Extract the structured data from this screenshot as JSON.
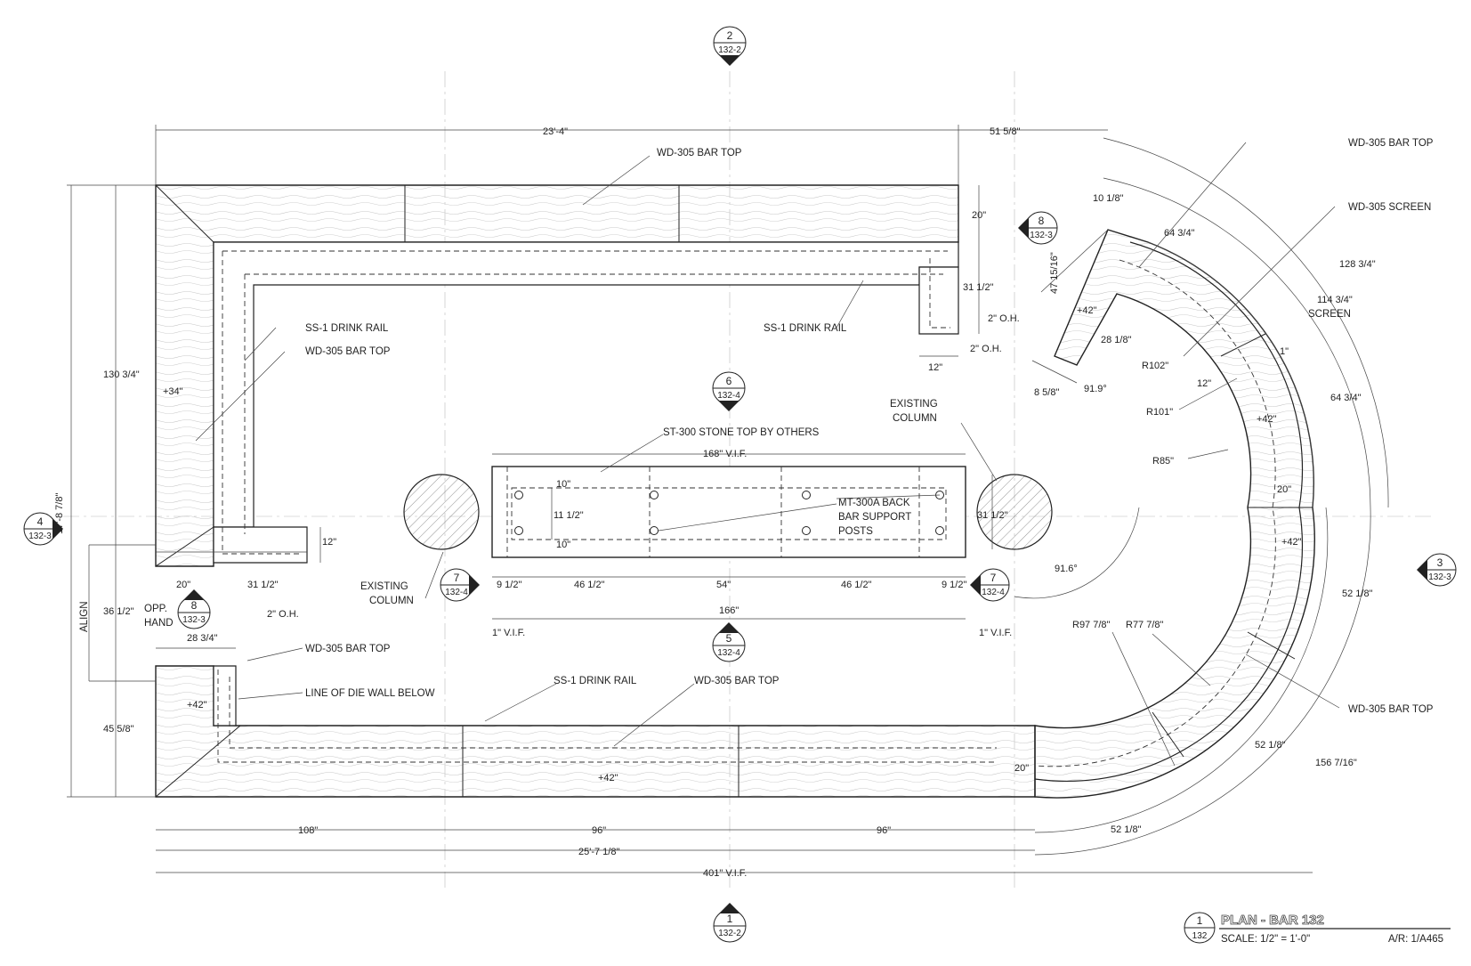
{
  "sheet": {
    "title": "PLAN - BAR 132",
    "scale": "SCALE: 1/2\" = 1'-0\"",
    "reference": "A/R: 1/A465",
    "title_tag": {
      "num": "1",
      "sheet": "132"
    }
  },
  "section_tags": {
    "top": {
      "num": "2",
      "sheet": "132-2"
    },
    "bottom": {
      "num": "1",
      "sheet": "132-2"
    },
    "left": {
      "num": "4",
      "sheet": "132-3"
    },
    "right": {
      "num": "3",
      "sheet": "132-3"
    },
    "detail_8_top": {
      "num": "8",
      "sheet": "132-3"
    },
    "detail_8_left": {
      "num": "8",
      "sheet": "132-3"
    },
    "detail_6": {
      "num": "6",
      "sheet": "132-4"
    },
    "detail_5": {
      "num": "5",
      "sheet": "132-4"
    },
    "detail_7_left": {
      "num": "7",
      "sheet": "132-4"
    },
    "detail_7_right": {
      "num": "7",
      "sheet": "132-4"
    }
  },
  "labels": {
    "wd305_top": "WD-305 BAR TOP",
    "ss1_left": "SS-1 DRINK RAIL",
    "wd305_left": "WD-305 BAR TOP",
    "ss1_right": "SS-1 DRINK RAIL",
    "st300": "ST-300 STONE TOP BY OTHERS",
    "mt300a_1": "MT-300A BACK",
    "mt300a_2": "BAR SUPPORT",
    "mt300a_3": "POSTS",
    "existing_col_l1": "EXISTING",
    "existing_col_l2": "COLUMN",
    "existing_col_r1": "EXISTING",
    "existing_col_r2": "COLUMN",
    "wd305_curve_top": "WD-305 BAR TOP",
    "wd305_screen": "WD-305 SCREEN",
    "screen": "SCREEN",
    "wd305_curve_bottom": "WD-305 BAR TOP",
    "wd305_bottom_left": "WD-305 BAR TOP",
    "line_die_wall": "LINE OF DIE WALL BELOW",
    "ss1_bottom": "SS-1 DRINK RAIL",
    "wd305_bottom": "WD-305 BAR TOP",
    "align": "ALIGN",
    "opp": "OPP.",
    "hand": "HAND",
    "elev_34": "+34\"",
    "elev_42_a": "+42\"",
    "elev_42_b": "+42\"",
    "elev_42_c": "+42\"",
    "elev_42_d": "+42\"",
    "elev_42_e": "+42\""
  },
  "dimensions": {
    "top_overall": "23'-4\"",
    "top_right": "51 5/8\"",
    "left_overall": "17'-8 7/8\"",
    "left_130": "130 3/4\"",
    "left_36": "36 1/2\"",
    "left_45": "45 5/8\"",
    "d20_top": "20\"",
    "d31_right": "31 1/2\"",
    "d12_right": "12\"",
    "d2oh_right1": "2\" O.H.",
    "d2oh_right2": "2\" O.H.",
    "d20_left": "20\"",
    "d31_left": "31 1/2\"",
    "d12_left": "12\"",
    "d28_left": "28 3/4\"",
    "d2oh_left": "2\" O.H.",
    "stone_168": "168\" V.I.F.",
    "stone_166": "166\"",
    "stone_10a": "10\"",
    "stone_11": "11 1/2\"",
    "stone_10b": "10\"",
    "stone_9a": "9 1/2\"",
    "stone_46a": "46 1/2\"",
    "stone_54": "54\"",
    "stone_46b": "46 1/2\"",
    "stone_9b": "9 1/2\"",
    "vif_left": "1\" V.I.F.",
    "vif_right": "1\" V.I.F.",
    "col_31": "31 1/2\"",
    "angle_91_6": "91.6°",
    "angle_91_9": "91.9°",
    "d10_arc": "10 1/8\"",
    "d47": "47 15/16\"",
    "d28_arc": "28 1/8\"",
    "d8": "8 5/8\"",
    "d64_a": "64 3/4\"",
    "d128": "128 3/4\"",
    "d114": "114 3/4\"",
    "d1": "1\"",
    "d12_arc": "12\"",
    "d64_b": "64 3/4\"",
    "d20_arc": "20\"",
    "d52_a": "52 1/8\"",
    "d52_b": "52 1/8\"",
    "d52_c": "52 1/8\"",
    "d156": "156 7/16\"",
    "r102": "R102\"",
    "r101": "R101\"",
    "r85": "R85\"",
    "r97": "R97 7/8\"",
    "r77": "R77 7/8\"",
    "d20_bottom": "20\"",
    "bot_108": "108\"",
    "bot_96a": "96\"",
    "bot_96b": "96\"",
    "bot_25": "25'-7 1/8\"",
    "bot_401": "401\" V.I.F."
  }
}
